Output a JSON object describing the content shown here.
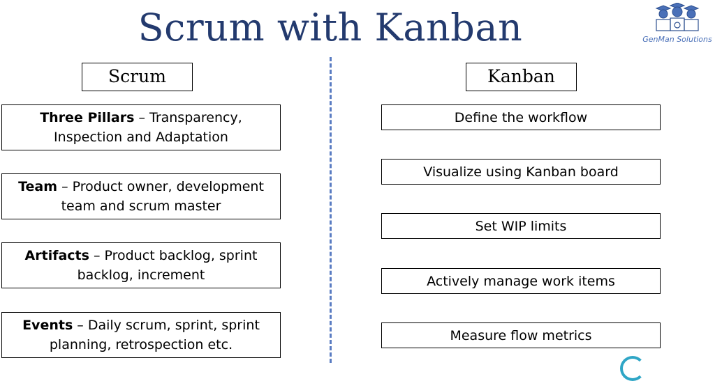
{
  "title": "Scrum with Kanban",
  "logo": {
    "text": "GenMan Solutions",
    "icon": "graduates-icon"
  },
  "scrum": {
    "header": "Scrum",
    "items": [
      {
        "bold": "Three Pillars",
        "text": " – Transparency, Inspection and Adaptation"
      },
      {
        "bold": "Team",
        "text": " – Product owner, development team and scrum master"
      },
      {
        "bold": "Artifacts",
        "text": " – Product backlog, sprint backlog, increment"
      },
      {
        "bold": "Events",
        "text": " – Daily scrum, sprint, sprint planning, retrospection etc."
      }
    ]
  },
  "kanban": {
    "header": "Kanban",
    "items": [
      "Define the workflow",
      "Visualize using Kanban board",
      "Set WIP limits",
      "Actively manage work items",
      "Measure flow metrics"
    ]
  },
  "colors": {
    "title": "#233a6e",
    "divider": "#5a7cc2",
    "logo": "#4a70b8"
  }
}
